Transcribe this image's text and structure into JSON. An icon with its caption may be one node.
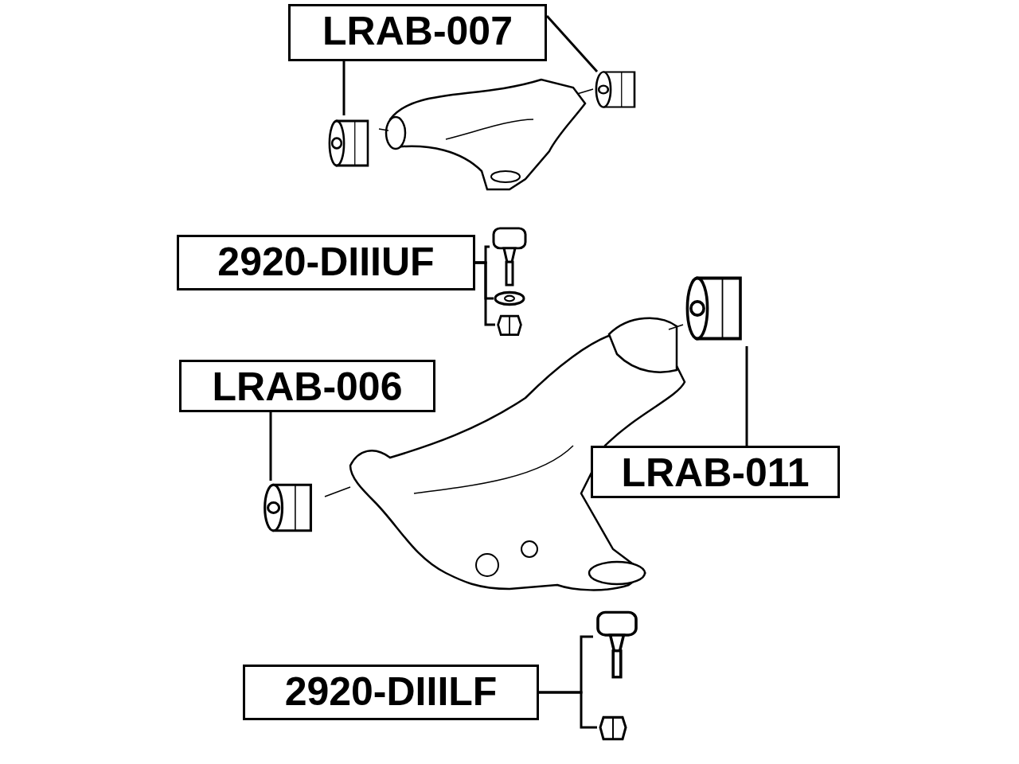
{
  "diagram": {
    "nodes": [
      {
        "text": [
          "LRAB-007"
        ]
      },
      {
        "text": [],
        "shape": "picture"
      },
      {
        "text": [],
        "shape": "picture"
      },
      {
        "text": [
          "2920-DIIIUF"
        ]
      },
      {
        "text": [],
        "shape": "picture"
      },
      {
        "text": [],
        "shape": "picture"
      },
      {
        "text": [],
        "shape": "picture"
      },
      {
        "text": [],
        "shape": "picture"
      },
      {
        "text": [
          "LRAB-006"
        ]
      },
      {
        "text": [
          "LRAB-011"
        ]
      },
      {
        "text": [],
        "shape": "picture"
      },
      {
        "text": [],
        "shape": "picture"
      },
      {
        "text": [
          "2920-DIIILF"
        ]
      },
      {
        "text": [],
        "shape": "picture"
      }
    ],
    "edges": [
      {
        "from": 0,
        "to": 1,
        "arrow": "none"
      },
      {
        "from": 0,
        "to": 2,
        "arrow": "none"
      },
      {
        "from": 3,
        "to": 4,
        "arrow": "none"
      },
      {
        "from": 3,
        "to": 5,
        "arrow": "none"
      },
      {
        "from": 3,
        "to": 6,
        "arrow": "none"
      },
      {
        "from": 8,
        "to": 10,
        "arrow": "none"
      },
      {
        "from": 9,
        "to": 7,
        "arrow": "none"
      },
      {
        "from": 12,
        "to": 11,
        "arrow": "none"
      },
      {
        "from": 12,
        "to": 13,
        "arrow": "none"
      }
    ]
  }
}
